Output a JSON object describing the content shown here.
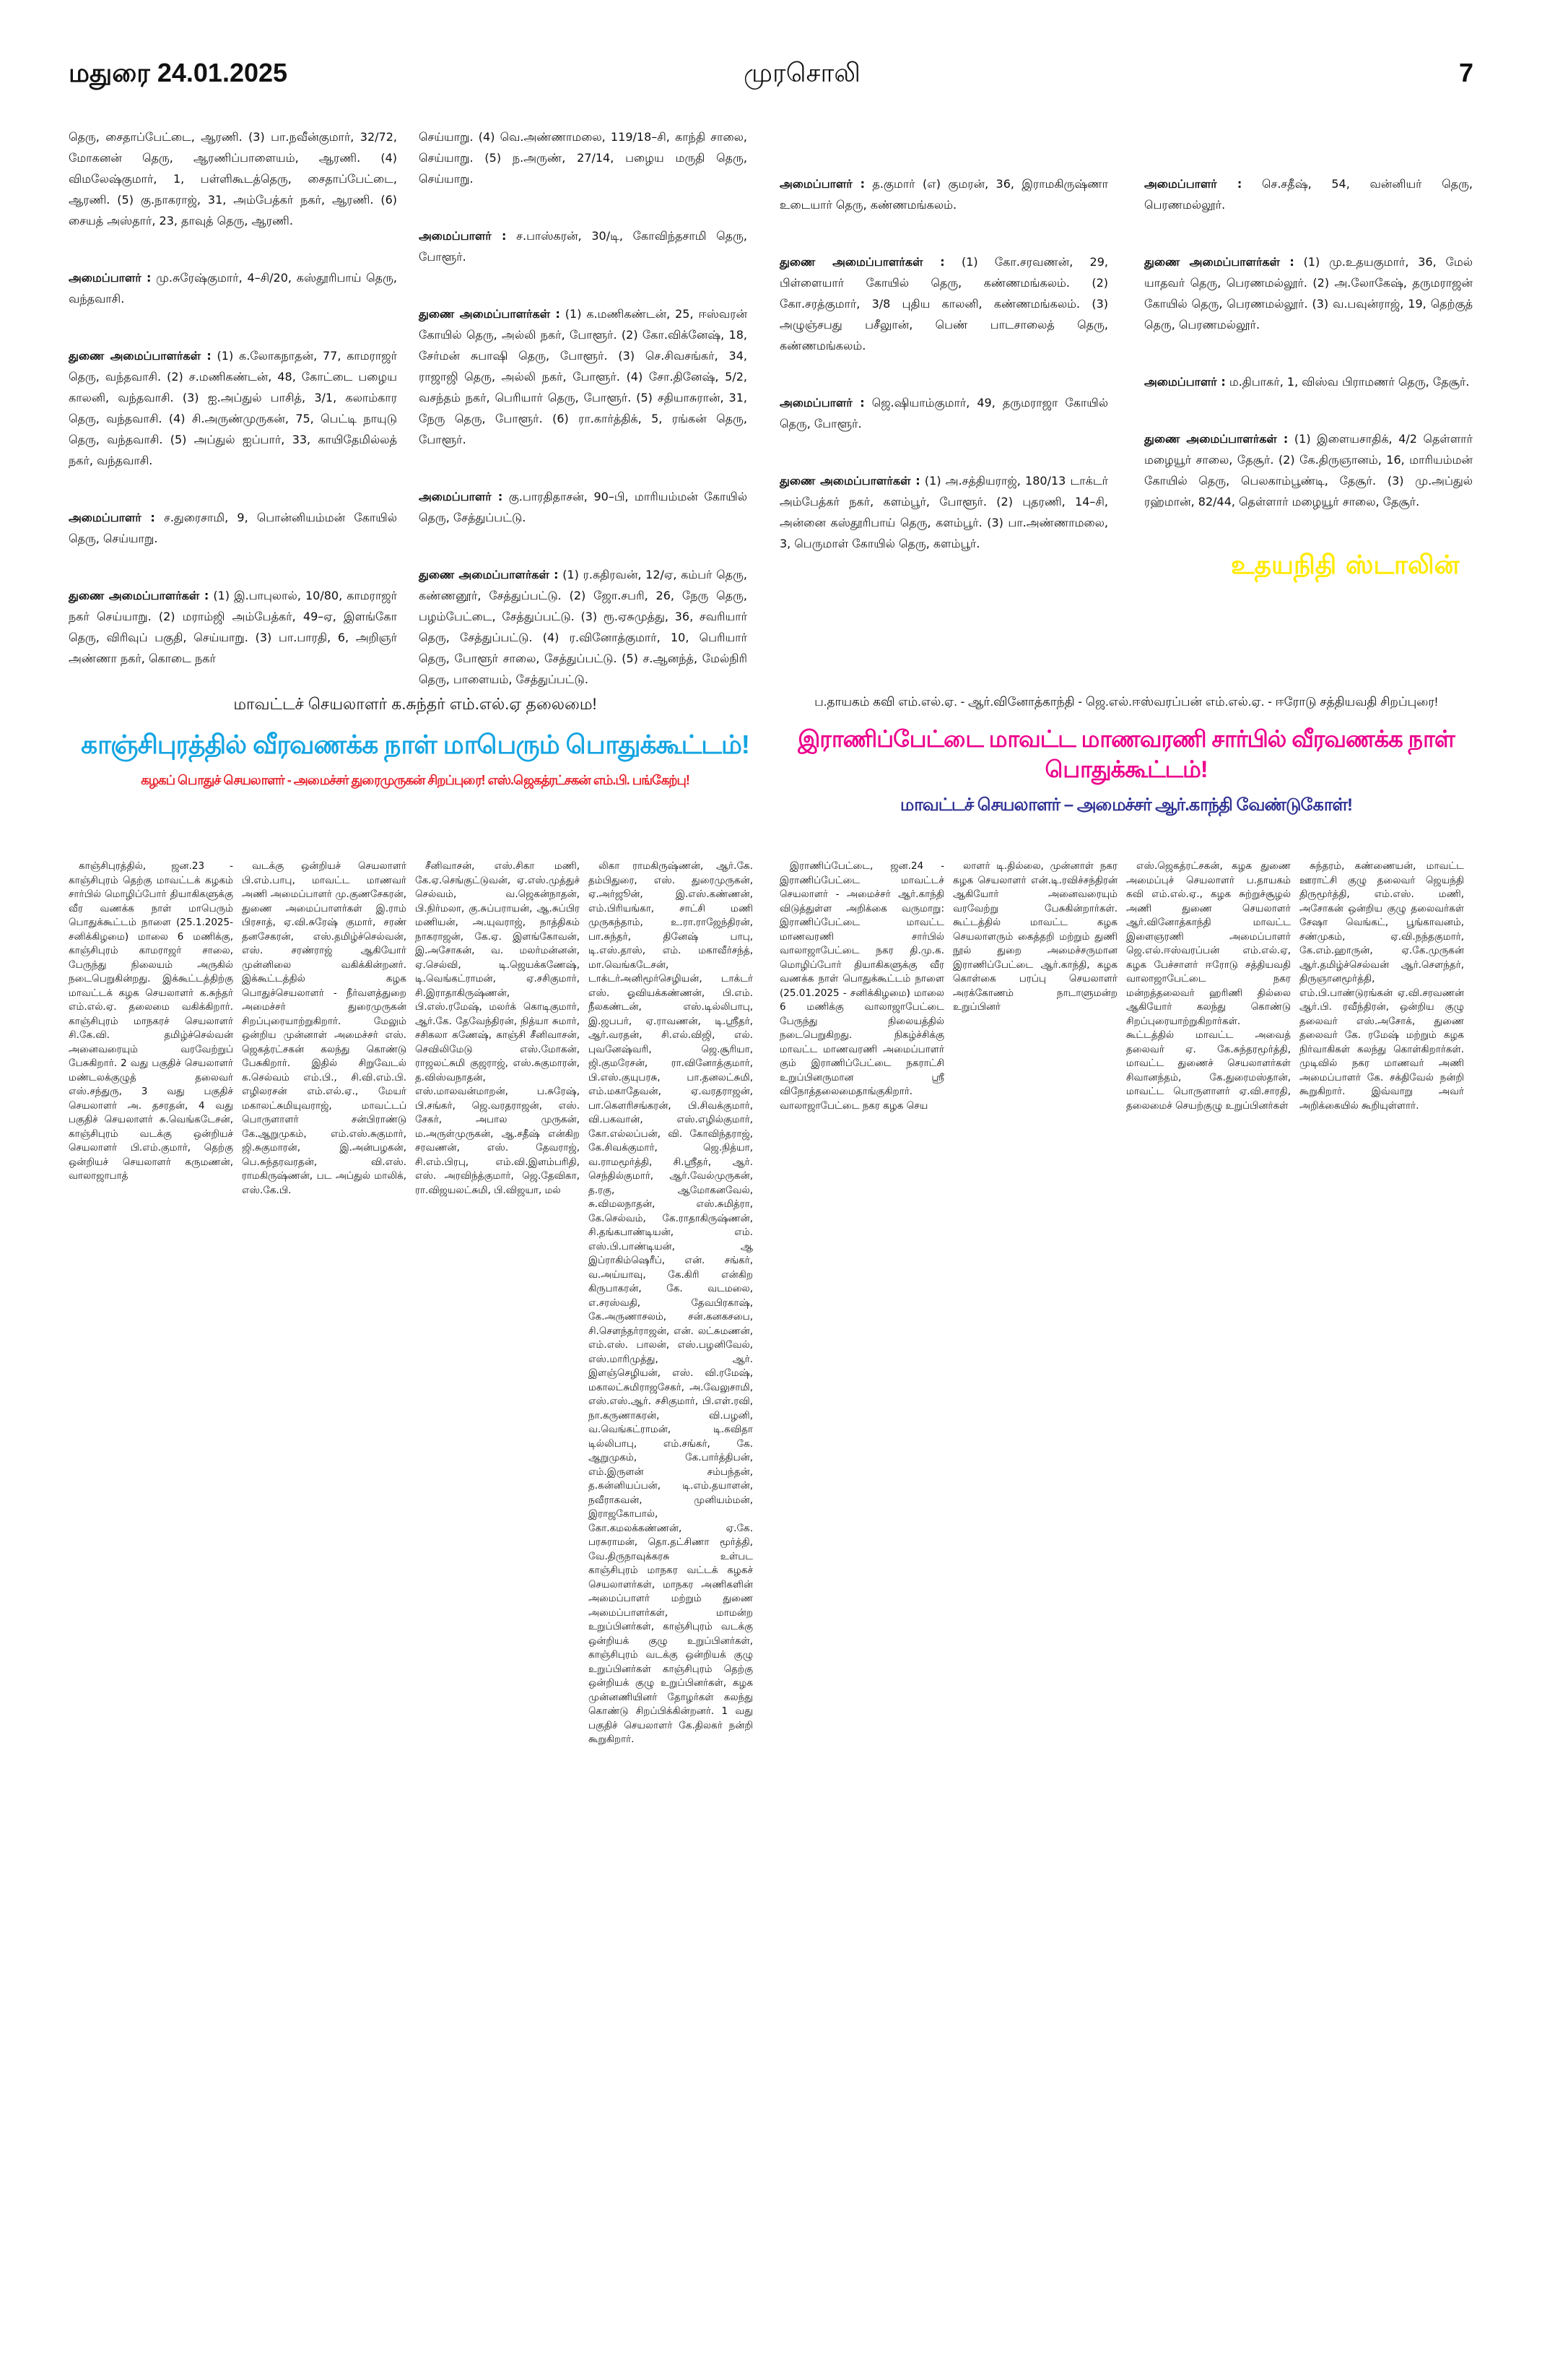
{
  "header": {
    "city_date": "மதுரை 24.01.2025",
    "paper": "முரசொலி",
    "page": "7"
  },
  "top_columns": [
    [
      {
        "label": "",
        "text": "தெரு, சைதாப்பேட்டை, ஆரணி. (3) பா.நவீன்குமார், 32/72, மோகனன் தெரு, ஆரணிப்பாளையம், ஆரணி. (4) விமலேஷ்குமார், 1, பள்ளிகூடத்தெரு, சைதாப்பேட்டை, ஆரணி. (5) கு.நாகராஜ், 31, அம்பேத்கர் நகர், ஆரணி. (6) சையத் அஸ்தார், 23, தாவுத் தெரு, ஆரணி."
      },
      {
        "label": "அமைப்பாளர் :",
        "text": "மு.சுரேஷ்குமார், 4–சி/20, கஸ்தூரிபாய் தெரு, வந்தவாசி."
      },
      {
        "label": "துணை அமைப்பாளர்கள் :",
        "text": "(1) க.லோகநாதன், 77, காமராஜர் தெரு, வந்தவாசி. (2) ச.மணிகண்டன், 48, கோட்டை பழைய காலனி, வந்தவாசி. (3) ஐ.அப்துல் பாசித், 3/1, கலாம்கார தெரு, வந்தவாசி. (4) சி.அருண்முருகன், 75, பெட்டி நாயுடு தெரு, வந்தவாசி. (5) அப்துல் ஐப்பார், 33, காயிதேமில்லத் நகர், வந்தவாசி."
      },
      {
        "label": "அமைப்பாளர் :",
        "text": "ச.துரைசாமி, 9, பொன்னியம்மன் கோயில் தெரு, செய்யாறு."
      },
      {
        "label": "துணை அமைப்பாளர்கள் :",
        "text": "(1) இ.பாபுலால், 10/80, காமராஜர் நகர் செய்யாறு. (2) மராம்ஜி அம்பேத்கர், 49–ஏ, இளங்கோ தெரு, விரிவுப் பகுதி, செய்யாறு. (3) பா.பாரதி, 6, அறிஞர் அண்ணா நகர், கொடை நகர்"
      }
    ],
    [
      {
        "label": "",
        "text": "செய்யாறு. (4) வெ.அண்ணாமலை, 119/18–சி, காந்தி சாலை, செய்யாறு. (5) ந.அருண், 27/14, பழைய மருதி தெரு, செய்யாறு."
      },
      {
        "label": "அமைப்பாளர் :",
        "text": "ச.பாஸ்கரன், 30/டி, கோவிந்தசாமி தெரு, போளூர்."
      },
      {
        "label": "துணை அமைப்பாளர்கள் :",
        "text": "(1) க.மணிகண்டன், 25, ஈஸ்வரன் கோயில் தெரு, அல்லி நகர், போளூர். (2) கோ.விக்னேஷ், 18, சேர்மன் சுபாஷி தெரு, போளூர். (3) செ.சிவசங்கர், 34, ராஜாஜி தெரு, அல்லி நகர், போளூர். (4) சோ.தினேஷ், 5/2, வசந்தம் நகர், பெரியார் தெரு, போளூர். (5) சதியாசுரான், 31, நேரு தெரு, போளூர். (6) ரா.கார்த்திக், 5, ரங்கன் தெரு, போளூர்."
      },
      {
        "label": "அமைப்பாளர் :",
        "text": "கு.பாரதிதாசன், 90–பி, மாரியம்மன் கோயில் தெரு, சேத்துப்பட்டு."
      },
      {
        "label": "துணை அமைப்பாளர்கள் :",
        "text": "(1) ர.கதிரவன், 12/ஏ, கம்பர் தெரு, கண்ணனூர், சேத்துப்பட்டு. (2) ஜோ.சபரி, 26, நேரு தெரு, பழம்பேட்டை, சேத்துப்பட்டு. (3) ரூ.ஏசுமுத்து, 36, சவரியார் தெரு, சேத்துப்பட்டு. (4) ர.வினோத்குமார், 10, பெரியார் தெரு, போளூர் சாலை, சேத்துப்பட்டு. (5) ச.ஆனந்த், மேல்நிரி தெரு, பாளையம், சேத்துப்பட்டு."
      }
    ],
    [
      {
        "label": "அமைப்பாளர் :",
        "text": "த.குமார் (எ) குமரன், 36, இராமகிருஷ்ணா உடையார் தெரு, கண்ணமங்கலம்."
      },
      {
        "label": "துணை அமைப்பாளர்கள் :",
        "text": "(1) கோ.சரவணன், 29, பிள்ளையார் கோயில் தெரு, கண்ணமங்கலம். (2) கோ.சரத்குமார், 3/8 புதிய காலனி, கண்ணமங்கலம். (3) அழுஞ்சபது பசீலுான், பெண் பாடசாலைத் தெரு, கண்ணமங்கலம்."
      },
      {
        "label": "அமைப்பாளர் :",
        "text": "ஜெ.ஷியாம்குமார், 49, தருமராஜா கோயில் தெரு, போளூர்."
      },
      {
        "label": "துணை அமைப்பாளர்கள் :",
        "text": "(1) அ.சத்தியராஜ், 180/13 டாக்டர் அம்பேத்கர் நகர், களம்பூர், போளூர். (2) புதரணி, 14–சி, அன்னை கஸ்தூரிபாய் தெரு, களம்பூர். (3) பா.அண்ணாமலை, 3, பெருமாள் கோயில் தெரு, களம்பூர்."
      }
    ],
    [
      {
        "label": "அமைப்பாளர் :",
        "text": "செ.சதீஷ், 54, வன்னியர் தெரு, பெரணமல்லூர்."
      },
      {
        "label": "துணை அமைப்பாளர்கள் :",
        "text": "(1) மு.உதயகுமார், 36, மேல் யாதவர் தெரு, பெரணமல்லூர். (2) அ.லோகேஷ், தருமராஜன் கோயில் தெரு, பெரணமல்லூர். (3) வ.பவுன்ராஜ், 19, தெற்குத் தெரு, பெரணமல்லூர்."
      },
      {
        "label": "அமைப்பாளர் :",
        "text": "ம.திபாகர், 1, விஸ்வ பிராமணர் தெரு, தேசூர்."
      },
      {
        "label": "துணை அமைப்பாளர்கள் :",
        "text": "(1) இளையசாதிக், 4/2 தெள்ளார் மழையூர் சாலை, தேசூர். (2) கே.திருஞானம், 16, மாரியம்மன் கோயில் தெரு, பெலகாம்பூண்டி, தேசூர். (3) மு.அப்துல் ரஹ்மான், 82/44, தெள்ளார் மழையூர் சாலை, தேசூர்."
      }
    ]
  ],
  "signature": "உதயநிதி ஸ்டாலின்",
  "left_article": {
    "kicker": "மாவட்டச் செயலாளர் க.சுந்தர் எம்.எல்.ஏ தலைமை!",
    "headline": "காஞ்சிபுரத்தில் வீரவணக்க நாள் மாபெரும் பொதுக்கூட்டம்!",
    "subhead": "கழகப் பொதுச் செயலாளர் - அமைச்சர் துரைமுருகன் சிறப்புரை! எஸ்.ஜெகத்ரட்சகன் எம்.பி. பங்கேற்பு!",
    "columns": [
      "காஞ்சிபுரத்தில், ஜன.23 - காஞ்சிபுரம் தெற்கு மாவட்டக் கழகம் சார்பில் மொழிப்போர் தியாகிகளுக்கு வீர வணக்க நாள் மாபெரும் பொதுக்கூட்டம் நாளை (25.1.2025- சனிக்கிழமை) மாலை 6 மணிக்கு, காஞ்சிபுரம் காமராஜர் சாலை, பேருந்து நிலையம் அருகில் நடைபெறுகின்றது. இக்கூட்டத்திற்கு மாவட்டக் கழக செயலாளர் க.சுந்தர் எம்.எல்.ஏ. தலைமை வகிக்கிறார். காஞ்சிபுரம் மாநகரச் செயலாளர் சி.கே.வி. தமிழ்ச்செல்வன் அனைவரையும் வரவேற்றுப் பேசுகிறார். 2 வது பகுதிச் செயலாளர் மண்டலக்குழுத் தலைவர் எஸ்.சந்துரு, 3 வது பகுதிச் செயலாளர் அ. தசரதன், 4 வது பகுதிச் செயலாளர் சு.வெங்கடேசன், காஞ்சிபுரம் வடக்கு ஒன்றியச் செயலாளர் பி.எம்.குமார், தெற்கு ஒன்றியச் செயலாளர் கருமணன், வாலாஜாபாத்",
      "வடக்கு ஒன்றியச் செயலாளர் பி.எம்.பாபு, மாவட்ட மாணவர் அணி அமைப்பாளர் மு.குணசேகரன், துணை அமைப்பாளர்கள் இ.ராம் பிரசாத், ஏ.வி.சுரேஷ் குமார், சரண் தனசேகரன், எஸ்.தமிழ்ச்செல்வன், எஸ். சரண்ராஜ் ஆகியோர் முன்னிலை வகிக்கின்றனர். இக்கூட்டத்தில் கழக பொதுச்செயலாளர் - நீர்வளத்துறை அமைச்சர் துரைமுருகன் சிறப்புரையாற்றுகிறார். மேலும் ஒன்றிய முன்னாள் அமைச்சர் எஸ். ஜெகத்ரட்சகன் கலந்து கொண்டு பேசுகிறார். இதில் சிறுவேடல் க.செல்வம் எம்.பி., சி.வி.எம்.பி. எழிலரசன் எம்.எல்.ஏ., மேயர் மகாலட்சுமியுவராஜ், மாவட்டப் பொருளாளர் சன்பிராண்டு கே.ஆறுமுகம், எம்.எஸ்.சுகுமார், ஜி.சுகுமாரன், இ.அன்பழகன், பெ.சுந்தரவரதன், வி.எஸ். ராமகிருஷ்ணன், பட அப்துல் மாலிக், எஸ்.கே.பி.",
      "சீனிவாசன், எஸ்.சிகா மணி, கே.ஏ.செங்குட்டுவன், ஏ.எஸ்.முத்துச் செல்வம், வ.ஜெகன்நாதன், பி.நிர்மலா, கு.சுப்பராயன், ஆ.சுப்பிர மணியன், அ.யுவராஜ், நாத்திகம் நாகராஜன், கே.ஏ. இளங்கோவன், இ.அசோகன், வ. மலர்மன்னன், ஏ.செல்வி, டி.ஜெயக்கணேஷ், டி.வெங்கட்ராமன், ஏ.சசிகுமார், சி.இராதாகிருஷ்ணன், பி.எஸ்.ரமேஷ், மலர்க் கொடிகுமார், ஆர்.கே. தேவேந்திரன், நித்யா சுமார், சசிகலா கணேஷ், காஞ்சி சீனிவாசன், செவிலிமேடு எஸ்.மோகன், ராஜலட்சுமி குஜராஜ், எஸ்.சுகுமாரன், த.விஸ்வநாதன், எஸ்.மாலவன்மாறன், ப.சுரேஷ், பி.சங்கர், ஜெ.வரதராஜன், எஸ். சேகர், அபால முருகன், ம.அருள்முருகன், ஆ.சதீஷ் என்கிற சரவணன், எஸ். தேவராஜ், சி.எம்.பிரபு, எம்.வி.இளம்பரிதி, எஸ். அரவிந்த்குமார், ஜெ.தேவிகா, ரா.விஜயலட்சுமி, பி.விஜயா, மல்",
      "லிகா ராமகிருஷ்ணன், ஆர்.கே. தம்பிதுரை, எஸ். துரைமுருகன், ஏ.அர்ஜூன், இ.எஸ்.கண்ணன், எம்.பிரியங்கா, சாட்சி மணி முருகந்தாம், உ.ரா.ராஜேந்திரன், பா.சுந்தர், தினேஷ் பாபு, டி.எஸ்.தாஸ், எம். மகாவீர்சந்த், மா.வெங்கடேசன், டாக்டர்அனிமூர்செழியன், டாக்டர் எஸ். ஓவியக்கண்ணன், பி.எம். நீலகண்டன், எஸ்.டில்லிபாபு, இ.ஜபபர், ஏ.ராவணன், டி.ஸ்ரீதர், ஆர்.வரதன், சி.எல்.விஜி, எல். புவனேஷ்வரி, ஜெ.சூரியா, ஜி.குமரேசன், ரா.வினோத்குமார், பி.எஸ்.குயுபரசு, பா.தனலட்சுமி, எம்.மகாதேவன், ஏ.வரதராஜன், பா.கௌரிசங்கரன், பி.சிவக்குமார், வி.பகவான், எஸ்.எழில்குமார், கோ.எல்லப்பன், வி. கோவிந்தராஜ், கே.சிவக்குமார், ஜெ.நித்யா, வ.ராமமூர்த்தி, சி.ஸ்ரீதர், ஆர். செந்தில்குமார், ஆர்.வேல்முருகன், த.ரகு, ஆமோகனவேல், சு.விமலநாதன், எஸ்.சுமித்ரா, கே.செல்வம், கே.ராதாகிருஷ்ணன், சி.தங்கபாண்டியன், எம். எஸ்.பி.பாண்டியன், ஆ இப்ராகிம்ஷெரீப், என். சங்கர், வ.அய்யாவு, கே.கிரி என்கிற கிருபாகரன், கே. வடமலை, எ.சரஸ்வதி, தேவபிரகாஷ், கே.அருணாசலம், சன்.கனகசபை, சி.சௌந்தர்ராஜன், என். லட்சுமணன், எம்.எஸ். பாலன், எஸ்.பழனிவேல், எஸ்.மாரிமுத்து, ஆர். இளஞ்செழியன், எஸ். வி.ரமேஷ், மகாலட்சுமிராஜசேகர், அ.வேலுசாமி, எஸ்.எஸ்.ஆர். சசிகுமார், பி.எள்.ரவி, நா.கருணாகரன், வி.பழனி, வ.வெங்கட்ராமன், டி.கவிதா டில்லிபாபு, எம்.சங்கர், கே. ஆறுமுகம், கே.பார்த்திபன், எம்.இருளன் சம்பந்தன், த.கன்னியப்பன், டி.எம்.தயாளன், நவீராகவன், முனியம்மன், இராஜகோபால், கோ.கமலக்கண்ணன், ஏ.கே. பரசுராமன், தொ.தட்சிணா மூர்த்தி, வே.திருநாவுக்கரசு உள்பட காஞ்சிபுரம் மாநகர வட்டக் கழகச் செயலாளர்கள், மாநகர அணிகளின் அமைப்பாளர் மற்றும் துணை அமைப்பாளர்கள், மாமன்ற உறுப்பினர்கள், காஞ்சிபுரம் வடக்கு ஒன்றியக் குழு உறுப்பினர்கள், காஞ்சிபுரம் வடக்கு ஒன்றியக் குழு உறுப்பினர்கள் காஞ்சிபுரம் தெற்கு ஒன்றியக் குழு உறுப்பினர்கள், கழக முன்னணியினர் தோழர்கள் கலந்து கொண்டு சிறப்பிக்கின்றனர். 1 வது பகுதிச் செயலாளர் கே.திலகர் நன்றி கூறுகிறார்."
    ]
  },
  "right_article": {
    "kicker": "ப.தாயகம் கவி எம்.எல்.ஏ. - ஆர்.வினோத்காந்தி - ஜெ.எல்.ஈஸ்வரப்பன் எம்.எல்.ஏ. - ஈரோடு சத்தியவதி சிறப்புரை!",
    "headline": "இராணிப்பேட்டை மாவட்ட மாணவரணி சார்பில் வீரவணக்க நாள் பொதுக்கூட்டம்!",
    "subhead": "மாவட்டச் செயலாளர் – அமைச்சர் ஆர்.காந்தி வேண்டுகோள்!",
    "columns": [
      "இராணிப்பேட்டை, ஜன.24 - இராணிப்பேட்டை மாவட்டச் செயலாளர் - அமைச்சர் ஆர்.காந்தி விடுத்துள்ள அறிக்கை வருமாறு: இராணிப்பேட்டை மாவட்ட மாணவரணி சார்பில் வாலாஜாபேட்டை நகர தி.மு.க. மொழிப்போர் தியாகிகளுக்கு வீர வணக்க நாள் பொதுக்கூட்டம் நாளை (25.01.2025 - சனிக்கிழமை) மாலை 6 மணிக்கு வாலாஜாபேட்டை பேருந்து நிலையத்தில் நடைபெறுகிறது. நிகழ்ச்சிக்கு மாவட்ட மாணவரணி அமைப்பாளர் கும் இராணிப்பேட்டை நகராட்சி உறுப்பினருமான ஸ்ரீ விநோத்தலைமைதாங்குகிறார். வாலாஜாபேட்டை நகர கழக செய",
      "லாளர் டி.தில்லை, முன்னாள் நகர கழக செயலாளர் என்.டி.ரவிச்சந்திரன் ஆகியோர் அனைவரையும் வரவேற்று பேசுகின்றார்கள். கூட்டத்தில் மாவட்ட கழக செயலாளரும் கைத்தறி மற்றும் துணி நூல் துறை அமைச்சருமான இராணிப்பேட்டை ஆர்.காந்தி, கழக கொள்கை பரப்பு செயலாளர் அரக்கோணம் நாடாளுமன்ற உறுப்பினர்",
      "எஸ்.ஜெகத்ரட்சகன், கழக துணை அமைப்புச் செயலாளர் ப.தாயகம் கவி எம்.எல்.ஏ., கழக சுற்றுச்சூழல் அணி துணை செயலாளர் ஆர்.வினோத்காந்தி மாவட்ட இளைஞரணி அமைப்பாளர் ஜெ.எல்.ஈஸ்வரப்பன் எம்.எல்.ஏ, கழக பேச்சாளர் ஈரோடு சத்தியவதி வாலாஜாபேட்டை நகர மன்றத்தலைவர் ஹரிணி தில்லை ஆகியோர் கலந்து கொண்டு சிறப்புரையாற்றுகிறார்கள். கூட்டத்தில் மாவட்ட அவைத் தலைவர் ஏ. கே.சுந்தரமூர்த்தி, மாவட்ட துணைச் செயலாளர்கள் சிவானந்தம், கே.துரைமஸ்தான், மாவட்ட பொருளாளர் ஏ.வி.சாரதி, தலைமைச் செயற்குழு உறுப்பினர்கள்",
      "சுந்தரம், கண்ணையன், மாவட்ட ஊராட்சி குழு தலைவர் ஜெயந்தி திருமூர்த்தி, எம்.எஸ். மணி, அசோகன் ஒன்றிய குழு தலைவர்கள் சேஷா வெங்கட், பூங்காவனம், சண்முகம், ஏ.வி.நந்தகுமார், கே.எம்.ஹாருன், ஏ.கே.முருகன் ஆர்.தமிழ்ச்செல்வன் ஆர்.சௌந்தர், திருஞானமூர்த்தி, எம்.பி.பாண்டுரங்கன் ஏ.வி.சரவணன் ஆர்.பி. ரவீந்திரன், ஒன்றிய குழு தலைவர் எஸ்.அசோக், துணை தலைவர் கே. ரமேஷ் மற்றும் கழக நிர்வாகிகள் கலந்து கொள்கிறார்கள். முடிவில் நகர மாணவர் அணி அமைப்பாளர் கே. சக்திவேல் நன்றி கூறுகிறார். இவ்வாறு அவர் அறிக்கையில் கூறியுள்ளார்."
    ]
  }
}
